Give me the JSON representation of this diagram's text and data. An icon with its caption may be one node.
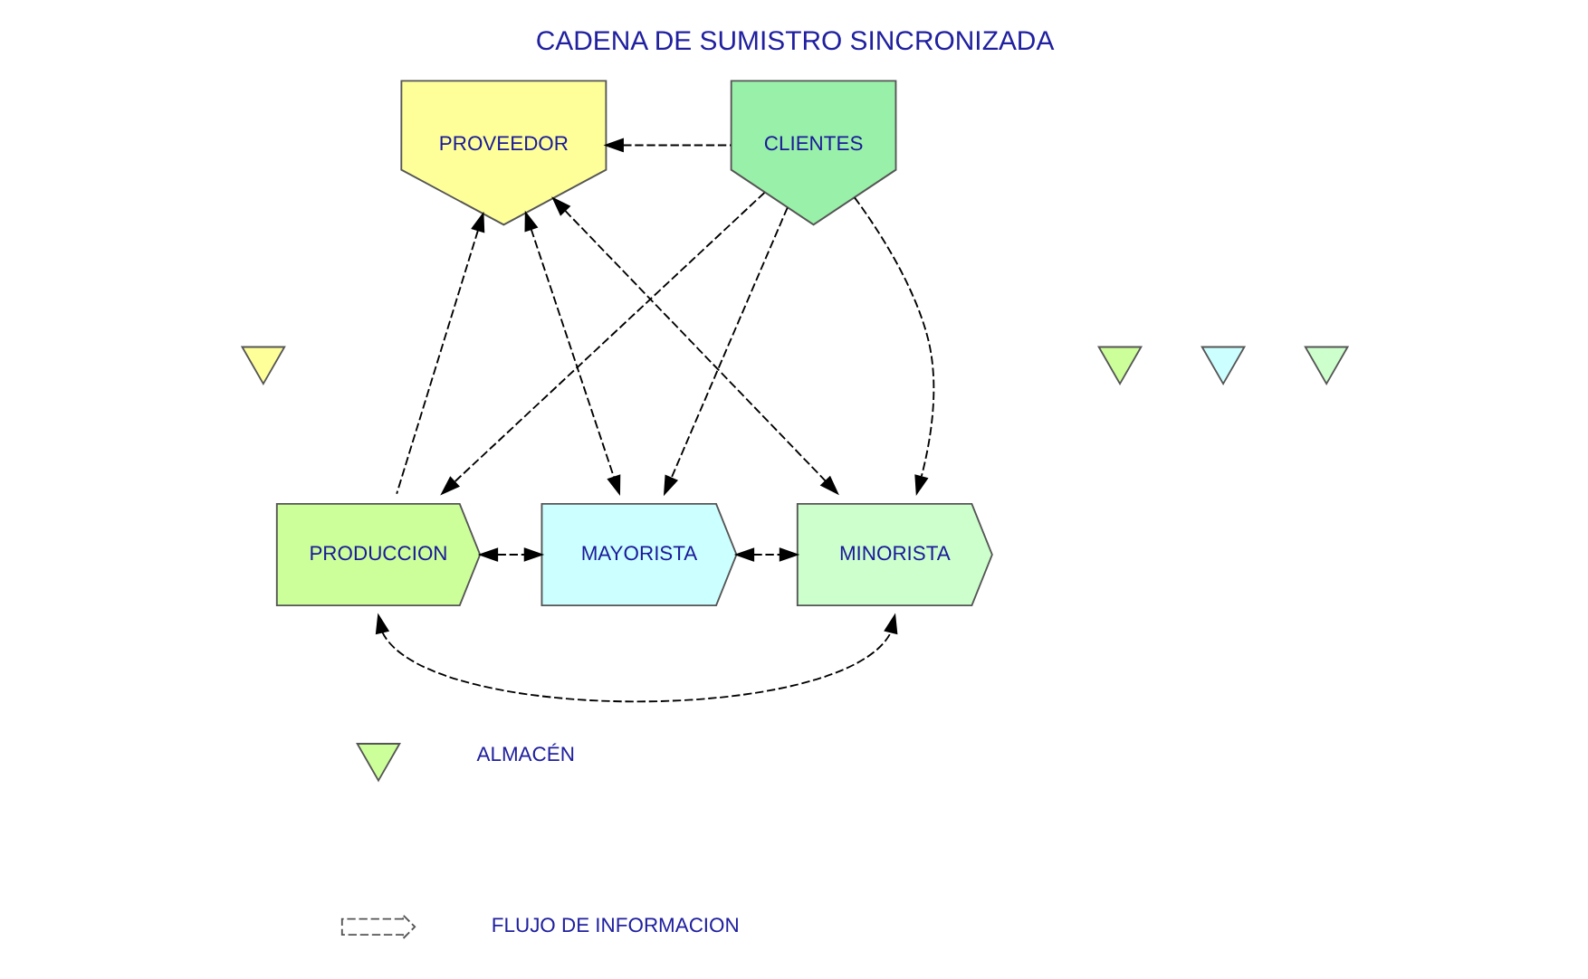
{
  "diagram": {
    "title": "CADENA DE SUMISTRO SINCRONIZADA",
    "nodes": [
      {
        "text": [
          "PROVEEDOR"
        ]
      },
      {
        "text": [
          "CLIENTES"
        ]
      },
      {
        "text": [
          "PRODUCCION"
        ]
      },
      {
        "text": [
          "MAYORISTA"
        ]
      },
      {
        "text": [
          "MINORISTA"
        ]
      },
      {
        "text": [],
        "shape": "triangle"
      },
      {
        "text": [],
        "shape": "triangle"
      },
      {
        "text": [],
        "shape": "triangle"
      },
      {
        "text": [],
        "shape": "triangle"
      },
      {
        "text": [],
        "shape": "triangle"
      }
    ],
    "edges": [
      {
        "from": 1,
        "to": 0,
        "arrow": "to",
        "style": "dashed"
      },
      {
        "from": 1,
        "to": 2,
        "arrow": "to",
        "style": "dashed"
      },
      {
        "from": 1,
        "to": 3,
        "arrow": "to",
        "style": "dashed"
      },
      {
        "from": 1,
        "to": 4,
        "arrow": "to",
        "style": "dashed"
      },
      {
        "from": 0,
        "to": 3,
        "arrow": "both",
        "style": "dashed"
      },
      {
        "from": 0,
        "to": 4,
        "arrow": "both",
        "style": "dashed"
      },
      {
        "from": 2,
        "to": 0,
        "arrow": "to",
        "style": "dashed"
      },
      {
        "from": 2,
        "to": 3,
        "arrow": "both",
        "style": "dashed"
      },
      {
        "from": 3,
        "to": 4,
        "arrow": "both",
        "style": "dashed"
      },
      {
        "from": 2,
        "to": 4,
        "arrow": "both",
        "style": "dashed"
      }
    ],
    "legend": [
      {
        "text": "ALMACÉN"
      },
      {
        "text": "FLUJO DE INFORMACION"
      }
    ]
  }
}
